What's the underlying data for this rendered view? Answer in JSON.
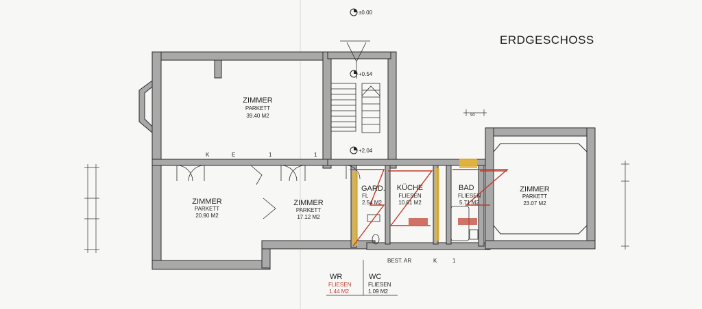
{
  "title": "ERDGESCHOSS",
  "levels": {
    "entrance": "±0.00",
    "landing": "+0.54",
    "upper": "+2.04"
  },
  "rooms": [
    {
      "id": "zimmer-nw",
      "name": "ZIMMER",
      "floor": "PARKETT",
      "area": "39.40 M2"
    },
    {
      "id": "zimmer-sw",
      "name": "ZIMMER",
      "floor": "PARKETT",
      "area": "20.90 M2"
    },
    {
      "id": "zimmer-mid",
      "name": "ZIMMER",
      "floor": "PARKETT",
      "area": "17.12 M2"
    },
    {
      "id": "gard",
      "name": "GARD.",
      "floor": "FL",
      "area": "2.54 M2"
    },
    {
      "id": "kueche",
      "name": "KÜCHE",
      "floor": "FLIESEN",
      "area": "10.61 M2"
    },
    {
      "id": "bad",
      "name": "BAD",
      "floor": "FLIESEN",
      "area": "5.71 M2"
    },
    {
      "id": "zimmer-e",
      "name": "ZIMMER",
      "floor": "PARKETT",
      "area": "23.07 M2"
    },
    {
      "id": "wr",
      "name": "WR",
      "floor": "FLIESEN",
      "area": "1.44 M2"
    },
    {
      "id": "wc",
      "name": "WC",
      "floor": "FLIESEN",
      "area": "1.09 M2"
    }
  ],
  "labels": {
    "best_ar": "BEST. AR",
    "k": "K",
    "e": "E",
    "one": "1",
    "dim_90": "90"
  },
  "colors": {
    "wall": "#a9a9a9",
    "line": "#2a2a2a",
    "accent_red": "#c0392b",
    "accent_yellow": "#e8b530",
    "paper": "#f7f7f5"
  }
}
